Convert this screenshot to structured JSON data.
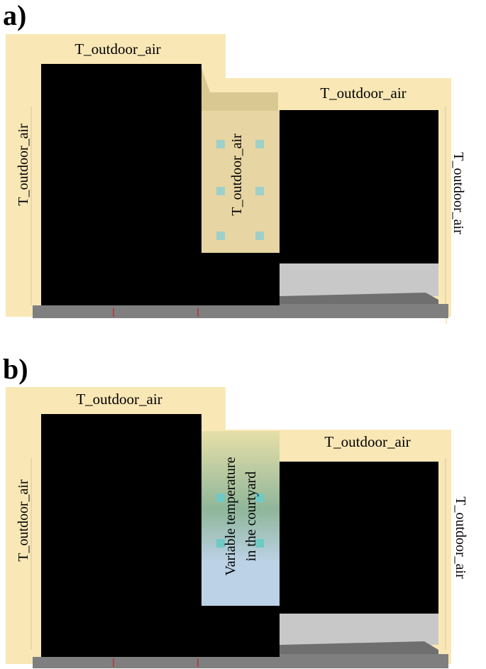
{
  "panel_a": {
    "label": "a)",
    "top_left_label": "T_outdoor_air",
    "top_right_label": "T_outdoor_air",
    "left_label": "T_outdoor_air",
    "right_label": "T_outdoor_air",
    "courtyard_label": "T_outdoor_air"
  },
  "panel_b": {
    "label": "b)",
    "top_left_label": "T_outdoor_air",
    "top_right_label": "T_outdoor_air",
    "left_label": "T_outdoor_air",
    "right_label": "T_outdoor_air",
    "courtyard_label_line1": "Variable temperature",
    "courtyard_label_line2": "in the courtyard"
  },
  "colors": {
    "boundary_air": "#f9e7b6",
    "courtyard_air": "#e7d5a3",
    "building": "#000000",
    "ground": "#7f7f7f",
    "terrace": "#c8c8c8",
    "window": "#8fcfcf",
    "courtyard_gradient_top": "#e6dfa8",
    "courtyard_gradient_mid": "#8fb69a",
    "courtyard_gradient_bottom": "#bcd2e6"
  }
}
